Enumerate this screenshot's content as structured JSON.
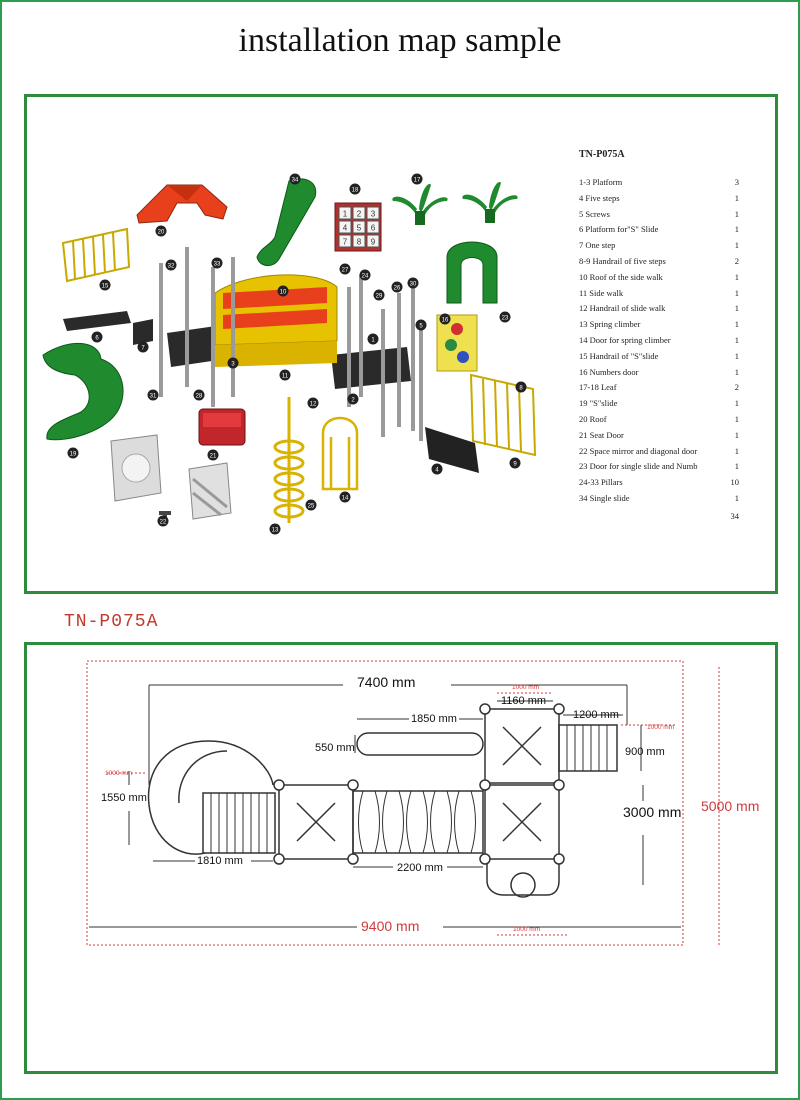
{
  "page_title": "installation map sample",
  "parts_panel": {
    "model": "TN-P075A",
    "items": [
      {
        "name": "1-3 Platform",
        "qty": "3"
      },
      {
        "name": "4 Five steps",
        "qty": "1"
      },
      {
        "name": "5 Screws",
        "qty": "1"
      },
      {
        "name": "6 Platform for\"S\" Slide",
        "qty": "1"
      },
      {
        "name": "7 One step",
        "qty": "1"
      },
      {
        "name": "8-9 Handrail of five steps",
        "qty": "2"
      },
      {
        "name": "10 Roof  of the side walk",
        "qty": "1"
      },
      {
        "name": "11 Side walk",
        "qty": "1"
      },
      {
        "name": "12 Handrail of slide walk",
        "qty": "1"
      },
      {
        "name": "13 Spring climber",
        "qty": "1"
      },
      {
        "name": "14 Door for spring climber",
        "qty": "1"
      },
      {
        "name": "15 Handrail of \"S\"slide",
        "qty": "1"
      },
      {
        "name": "16 Numbers door",
        "qty": "1"
      },
      {
        "name": "17-18 Leaf",
        "qty": "2"
      },
      {
        "name": "19 \"S\"slide",
        "qty": "1"
      },
      {
        "name": "20 Roof",
        "qty": "1"
      },
      {
        "name": "21 Seat Door",
        "qty": "1"
      },
      {
        "name": "22 Space mirror and diagonal door",
        "qty": "1"
      },
      {
        "name": "23 Door for single slide and Numb",
        "qty": "1"
      },
      {
        "name": "24-33 Pillars",
        "qty": "10"
      },
      {
        "name": "34 Single slide",
        "qty": "1"
      }
    ],
    "total": "34",
    "callouts": [
      "20",
      "34",
      "18",
      "17",
      "15",
      "32",
      "33",
      "10",
      "27",
      "24",
      "29",
      "26",
      "30",
      "5",
      "6",
      "7",
      "3",
      "11",
      "1",
      "2",
      "16",
      "23",
      "31",
      "28",
      "12",
      "8",
      "19",
      "21",
      "22",
      "25",
      "13",
      "14",
      "4",
      "9"
    ],
    "numbers_door_glyphs": [
      "1",
      "2",
      "3",
      "4",
      "5",
      "6",
      "7",
      "8",
      "9"
    ]
  },
  "layout_plan": {
    "model_label": "TN-P075A",
    "dims": {
      "overall_length": "7400 mm",
      "width_1160": "1160 mm",
      "clear_1000_top": "1000 mm",
      "width_1200": "1200 mm",
      "clear_1000_right": "1000 mm",
      "slide_1850": "1850 mm",
      "slide_550": "550 mm",
      "step_900": "900 mm",
      "clear_1000_left": "1000 mm",
      "circle_1550": "1550 mm",
      "depth_3000": "3000 mm",
      "total_5000": "5000 mm",
      "len_1810": "1810 mm",
      "len_2200": "2200 mm",
      "total_9400": "9400 mm",
      "clear_1000_bottom": "1000 mm"
    }
  },
  "colors": {
    "frame_green": "#2e8b3e",
    "dim_red": "#d43a3a",
    "slide_green": "#1f8a2e",
    "roof_red": "#e8401c",
    "rail_yellow": "#e6c200"
  }
}
